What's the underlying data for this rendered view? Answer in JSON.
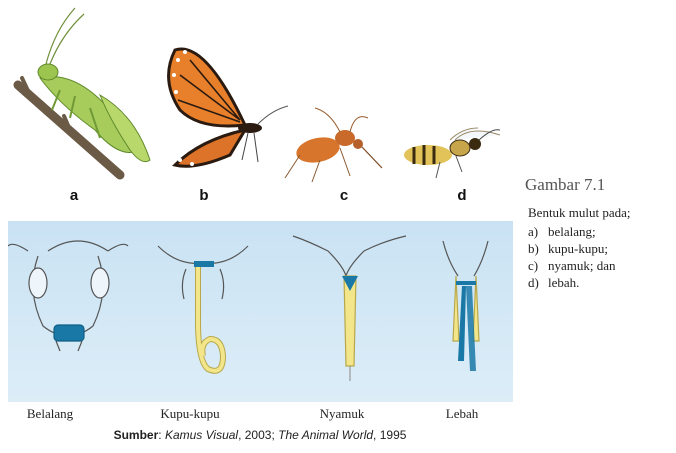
{
  "figure": {
    "letters": [
      "a",
      "b",
      "c",
      "d"
    ],
    "mouth_labels": [
      "Belalang",
      "Kupu-kupu",
      "Nyamuk",
      "Lebah"
    ],
    "source": {
      "prefix": "Sumber",
      "colon": ": ",
      "title1": "Kamus Visual",
      "mid": ", 2003; ",
      "title2": "The Animal World",
      "suffix": ", 1995"
    }
  },
  "caption": {
    "title": "Gambar 7.1",
    "intro": "Bentuk mulut pada;",
    "items": [
      {
        "marker": "a)",
        "text": "belalang;"
      },
      {
        "marker": "b)",
        "text": "kupu-kupu;"
      },
      {
        "marker": "c)",
        "text": "nyamuk; dan"
      },
      {
        "marker": "d)",
        "text": "lebah."
      }
    ]
  }
}
